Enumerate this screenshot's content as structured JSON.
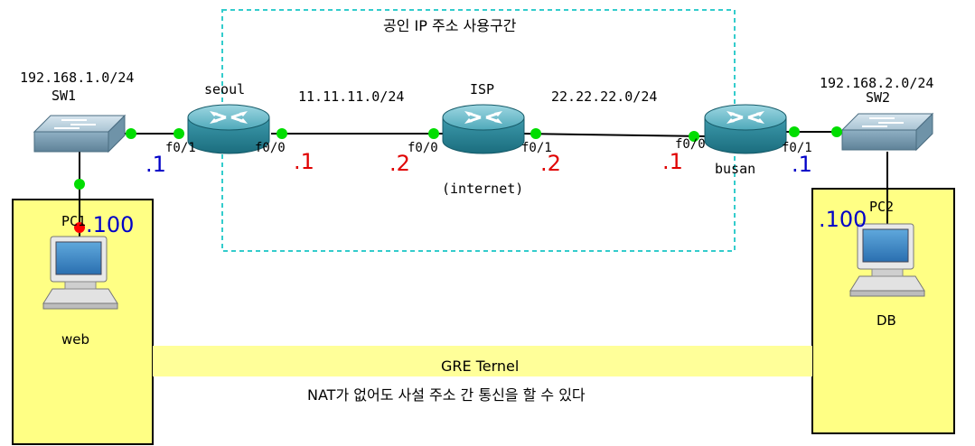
{
  "public_zone": {
    "label": "공인 IP 주소 사용구간"
  },
  "networks": {
    "lan1": "192.168.1.0/24",
    "wan1": "11.11.11.0/24",
    "wan2": "22.22.22.0/24",
    "lan2": "192.168.2.0/24"
  },
  "devices": {
    "sw1": "SW1",
    "seoul": "seoul",
    "isp": "ISP",
    "isp_sub": "(internet)",
    "busan": "busan",
    "sw2": "SW2",
    "pc1": "PC1",
    "pc2": "PC2"
  },
  "interfaces": {
    "seoul_f01": "f0/1",
    "seoul_f00": "f0/0",
    "isp_f00": "f0/0",
    "isp_f01": "f0/1",
    "busan_f00": "f0/0",
    "busan_f01": "f0/1"
  },
  "addresses": {
    "seoul_lan": ".1",
    "seoul_wan": ".1",
    "isp_wan1": ".2",
    "isp_wan2": ".2",
    "busan_wan": ".1",
    "busan_lan": ".1",
    "pc1": ".100",
    "pc2": ".100"
  },
  "hosts": {
    "left_role": "web",
    "right_role": "DB"
  },
  "tunnel": {
    "label": "GRE Ternel",
    "note": "NAT가 없어도 사설 주소 간 통신을 할 수 있다"
  },
  "colors": {
    "host_box": "#ffff84",
    "tunnel": "#ffff99",
    "zone_border": "#33cccc",
    "link_dot": "#00dd00",
    "port_down_dot": "#ff0000",
    "router_body": "#2a8fa2",
    "wan_address": "#e00000",
    "lan_address": "#0000c8"
  }
}
